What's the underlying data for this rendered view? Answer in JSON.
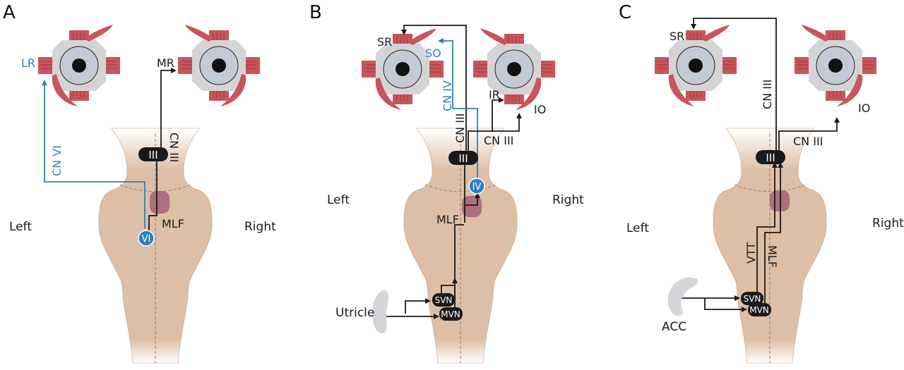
{
  "figure": {
    "colors": {
      "brainstem": "#dcbfa6",
      "brainstem_edge": "#b48f72",
      "muscle": "#c9545a",
      "muscle_dark": "#9e3a40",
      "globe": "#d4d4d6",
      "iris": "#c4cad3",
      "pupil": "#111111",
      "mlf_patch": "#a6607a",
      "nerve_black": "#1a1a1a",
      "nerve_blue": "#2f7fc1",
      "labyrinth": "#d3d5d8"
    },
    "panels": [
      {
        "letter": "A",
        "left_label": "Left",
        "right_label": "Right",
        "muscle_labels": {
          "left": "LR",
          "right": "MR"
        },
        "nerve_labels": {
          "blue": "CN VI",
          "black": "CN III"
        },
        "nuclei": {
          "oculomotor": "III",
          "abducens": "VI"
        },
        "tract_label": "MLF"
      },
      {
        "letter": "B",
        "left_label": "Left",
        "right_label": "Right",
        "muscle_labels": {
          "sr": "SR",
          "so": "SO",
          "ir": "IR",
          "io": "IO"
        },
        "nerve_labels": {
          "cn3_vertical": "CN III",
          "cn4": "CN IV",
          "cn3_horizontal": "CN III"
        },
        "nuclei": {
          "oculomotor": "III",
          "trochlear": "IV",
          "svn": "SVN",
          "mvn": "MVN"
        },
        "tract_label": "MLF",
        "organ_label": "Utricle"
      },
      {
        "letter": "C",
        "left_label": "Left",
        "right_label": "Right",
        "muscle_labels": {
          "sr": "SR",
          "io": "IO"
        },
        "nerve_labels": {
          "cn3_vertical": "CN III",
          "cn3_horizontal": "CN III"
        },
        "nuclei": {
          "oculomotor": "III",
          "svn": "SVN",
          "mvn": "MVN"
        },
        "tract_labels": {
          "vtt": "VTT",
          "mlf": "MLF"
        },
        "organ_label": "ACC"
      }
    ]
  }
}
